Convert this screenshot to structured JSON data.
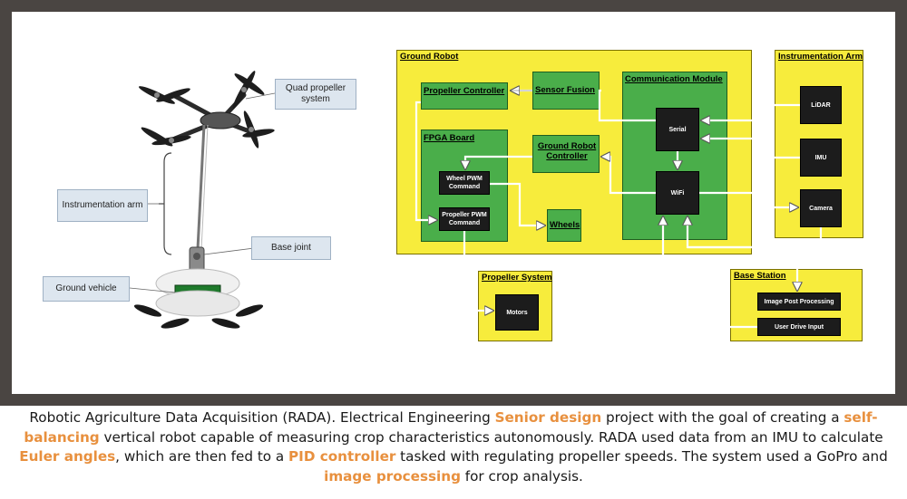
{
  "callouts": {
    "quad": "Quad propeller system",
    "arm": "Instrumentation arm",
    "joint": "Base joint",
    "vehicle": "Ground vehicle"
  },
  "diagram": {
    "ground_robot": "Ground Robot",
    "propeller_controller": "Propeller Controller",
    "sensor_fusion": "Sensor Fusion",
    "communication_module": "Communication Module",
    "serial": "Serial",
    "wifi": "WiFi",
    "fpga_board": "FPGA Board",
    "wheel_pwm": "Wheel PWM Command",
    "propeller_pwm": "Propeller PWM Command",
    "ground_robot_controller": "Ground Robot Controller",
    "wheels": "Wheels",
    "instrumentation_arm": "Instrumentation Arm",
    "lidar": "LiDAR",
    "imu": "IMU",
    "camera": "Camera",
    "propeller_system": "Propeller System",
    "motors": "Motors",
    "base_station": "Base Station",
    "image_post_processing": "Image Post Processing",
    "user_drive_input": "User Drive Input"
  },
  "caption": {
    "p1": "Robotic Agriculture Data Acquisition (RADA). Electrical Engineering ",
    "h1": "Senior design",
    "p2": " project with the goal of creating a ",
    "h2": "self-balancing",
    "p3": " vertical robot capable of measuring crop characteristics autonomously. RADA used data from an IMU to calculate ",
    "h3": "Euler angles",
    "p4": ", which are then fed to a ",
    "h4": "PID controller",
    "p5": " tasked with regulating propeller speeds. The system used a GoPro and ",
    "h5": "image processing",
    "p6": " for crop analysis.",
    "highlight_color": "#e8903e"
  }
}
